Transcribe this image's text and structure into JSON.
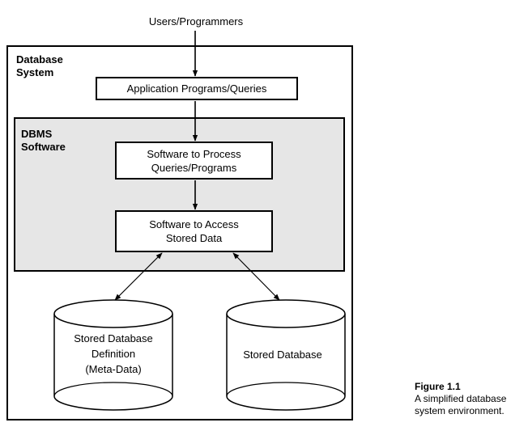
{
  "diagram": {
    "users_label": "Users/Programmers",
    "database_system_label": [
      "Database",
      "System"
    ],
    "application_box_label": "Application Programs/Queries",
    "dbms_label": [
      "DBMS",
      "Software"
    ],
    "process_box_label": [
      "Software to Process",
      "Queries/Programs"
    ],
    "access_box_label": [
      "Software to Access",
      "Stored Data"
    ],
    "metadata_cylinder_label": [
      "Stored Database",
      "Definition",
      "(Meta-Data)"
    ],
    "database_cylinder_label": "Stored Database"
  },
  "figure": {
    "title": "Figure 1.1",
    "caption": [
      "A simplified database",
      "system environment."
    ]
  },
  "colors": {
    "dbms_fill": "#e6e6e6",
    "stroke": "#000000",
    "box_fill": "#ffffff"
  }
}
